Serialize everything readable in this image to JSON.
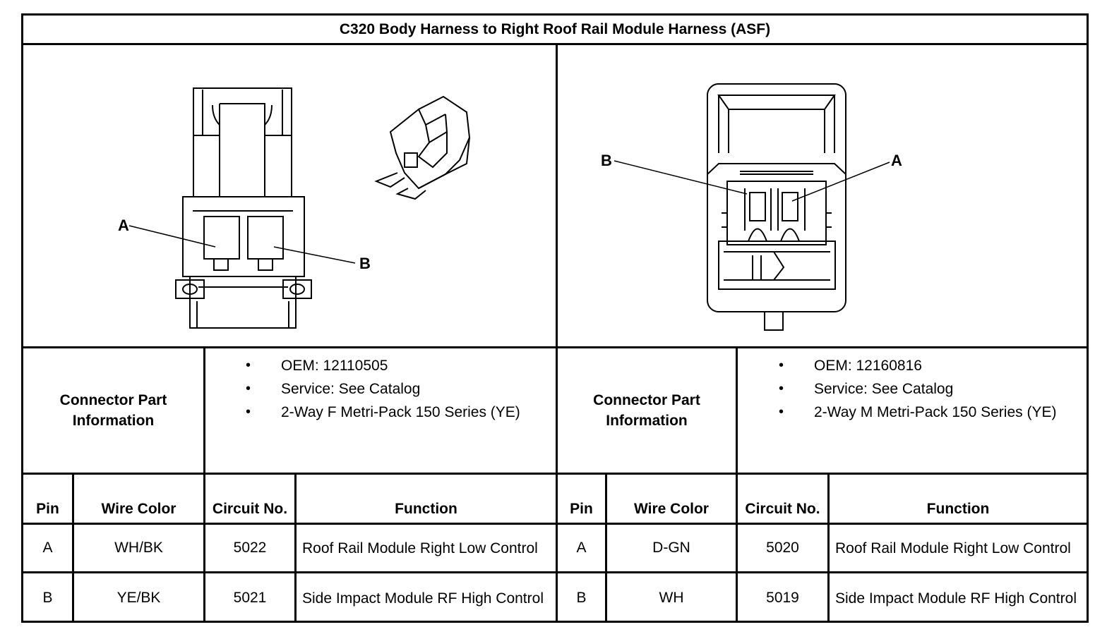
{
  "title": "C320 Body Harness to Right Roof Rail Module Harness (ASF)",
  "left": {
    "fig_labels": {
      "a": "A",
      "b": "B"
    },
    "cpi_label": "Connector Part Information",
    "cpi_items": [
      "OEM: 12110505",
      "Service: See Catalog",
      "2-Way F Metri-Pack 150 Series (YE)"
    ],
    "headers": {
      "pin": "Pin",
      "wire": "Wire Color",
      "circuit": "Circuit No.",
      "function": "Function"
    },
    "rows": [
      {
        "pin": "A",
        "wire": "WH/BK",
        "circuit": "5022",
        "function": "Roof Rail Module Right Low Control"
      },
      {
        "pin": "B",
        "wire": "YE/BK",
        "circuit": "5021",
        "function": "Side Impact Module RF High Control"
      }
    ]
  },
  "right": {
    "fig_labels": {
      "a": "A",
      "b": "B"
    },
    "cpi_label": "Connector Part Information",
    "cpi_items": [
      "OEM: 12160816",
      "Service: See Catalog",
      "2-Way M Metri-Pack 150 Series (YE)"
    ],
    "headers": {
      "pin": "Pin",
      "wire": "Wire Color",
      "circuit": "Circuit No.",
      "function": "Function"
    },
    "rows": [
      {
        "pin": "A",
        "wire": "D-GN",
        "circuit": "5020",
        "function": "Roof Rail Module Right Low Control"
      },
      {
        "pin": "B",
        "wire": "WH",
        "circuit": "5019",
        "function": "Side Impact Module RF High Control"
      }
    ]
  }
}
